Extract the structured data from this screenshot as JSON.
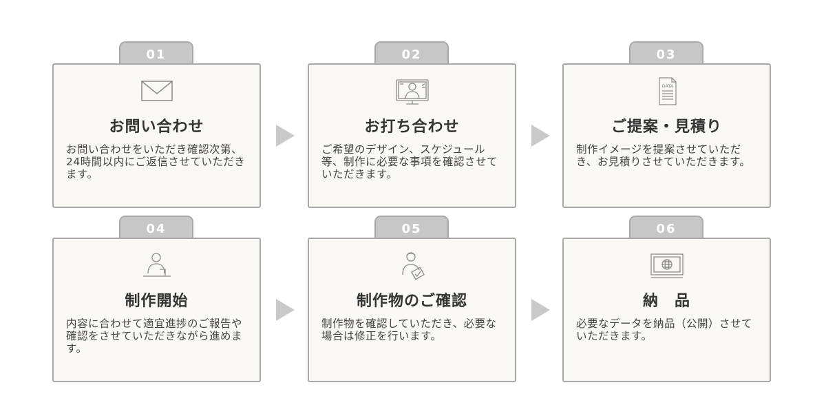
{
  "steps": [
    {
      "number": "01",
      "icon": "envelope-icon",
      "title": "お問い合わせ",
      "description": "お問い合わせをいただき確認次第、24時間以内にご返信させていただきます。"
    },
    {
      "number": "02",
      "icon": "video-meeting-icon",
      "title": "お打ち合わせ",
      "description": "ご希望のデザイン、スケジュール等、制作に必要な事項を確認させていただきます。"
    },
    {
      "number": "03",
      "icon": "data-document-icon",
      "icon_label": "DATA",
      "title": "ご提案・見積り",
      "description": "制作イメージを提案させていただき、お見積りさせていただきます。"
    },
    {
      "number": "04",
      "icon": "person-laptop-icon",
      "title": "制作開始",
      "description": "内容に合わせて適宜進捗のご報告や確認をさせていただきながら進めます。"
    },
    {
      "number": "05",
      "icon": "person-check-icon",
      "title": "制作物のご確認",
      "description": "制作物を確認していただき、必要な場合は修正を行います。"
    },
    {
      "number": "06",
      "icon": "monitor-globe-icon",
      "title": "納　品",
      "description": "必要なデータを納品（公開）させていただきます。"
    }
  ],
  "colors": {
    "card_background": "#faf8f4",
    "border": "#a9a9a9",
    "tab": "#c7c7c7",
    "arrow": "#c9c9c9",
    "text": "#333333"
  }
}
